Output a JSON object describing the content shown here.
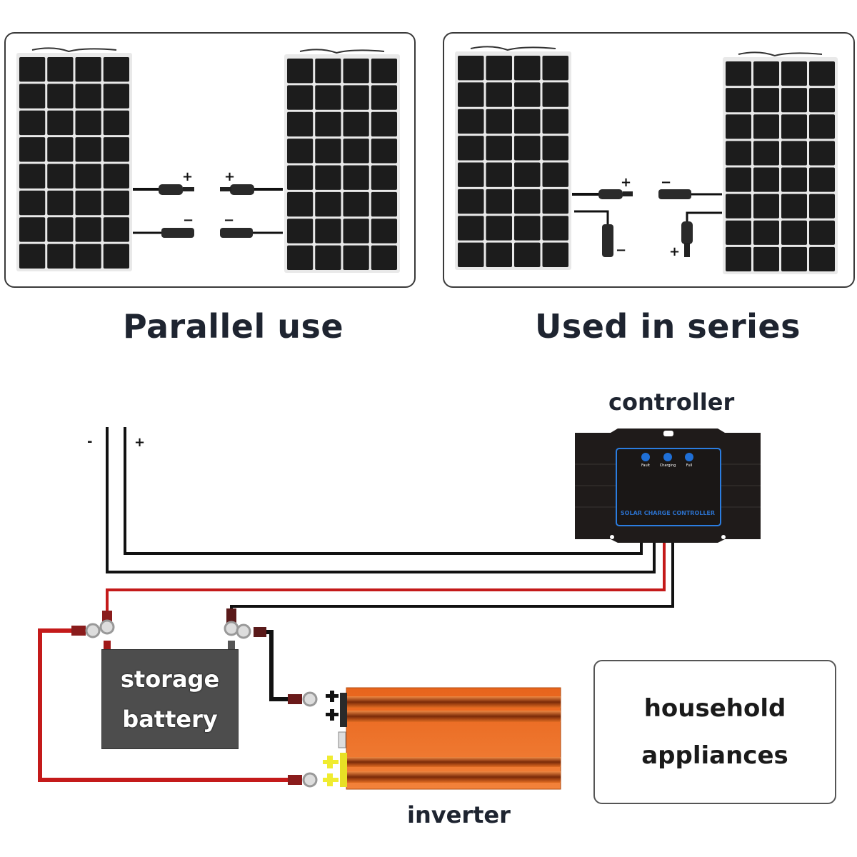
{
  "panels": {
    "parallel": {
      "caption": "Parallel use",
      "connectors": {
        "top_left_sign": "+",
        "top_right_sign": "+",
        "bottom_left_sign": "−",
        "bottom_right_sign": "−"
      },
      "cell_grid": {
        "columns": 4,
        "rows": 8
      }
    },
    "series": {
      "caption": "Used in series",
      "connectors": {
        "top_left_sign": "+",
        "top_right_sign": "−",
        "bottom_left_sign": "−",
        "bottom_right_sign": "+"
      },
      "cell_grid": {
        "columns": 4,
        "rows": 8
      }
    }
  },
  "wiring": {
    "solar_input": {
      "negative_sign": "-",
      "positive_sign": "+"
    },
    "controller": {
      "label": "controller",
      "panel_title": "SOLAR CHARGE CONTROLLER",
      "leds": [
        {
          "label": "Fault",
          "color": "#1f6fd6"
        },
        {
          "label": "Charging",
          "color": "#1f6fd6"
        },
        {
          "label": "Full",
          "color": "#1f6fd6"
        }
      ],
      "accent_color": "#2b7de0"
    },
    "battery": {
      "line1": "storage",
      "line2": "battery",
      "positive_sign": "+",
      "negative_sign": "−"
    },
    "inverter": {
      "label": "inverter",
      "body_color": "#f07a2a"
    },
    "appliances": {
      "line1": "household",
      "line2": "appliances"
    },
    "wire_colors": {
      "positive": "#c41a1a",
      "negative": "#111111"
    }
  }
}
